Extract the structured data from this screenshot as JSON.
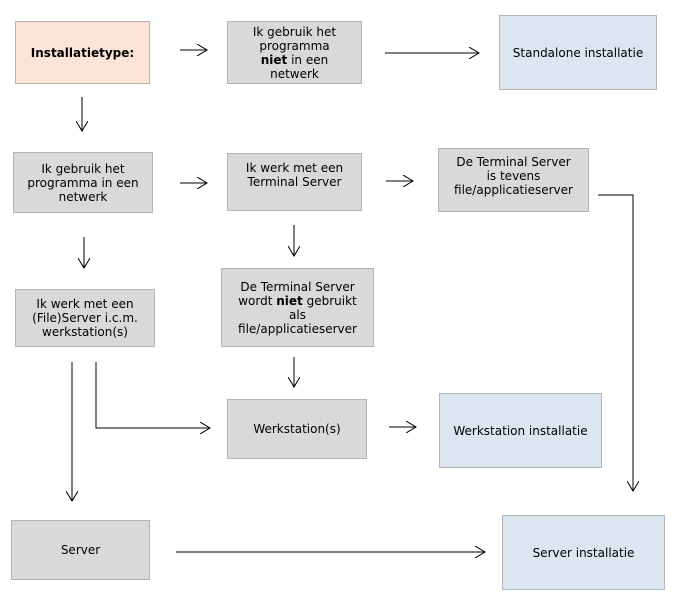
{
  "boxes": {
    "installatietype": "Installatietype:",
    "niet_netwerk": {
      "pre": "Ik gebruik het programma ",
      "bold": "niet",
      "post": " in een netwerk"
    },
    "standalone": "Standalone installatie",
    "in_netwerk": "Ik gebruik het programma in een netwerk",
    "terminal_server": "Ik werk met een Terminal Server",
    "terminal_tevens": "De Terminal Server is tevens file/applicatieserver",
    "fileserver": "Ik werk met een (File)Server i.c.m. werkstation(s)",
    "terminal_niet": {
      "pre": "De Terminal Server wordt ",
      "bold": "niet",
      "post": " gebruikt als file/applicatieserver"
    },
    "werkstations": "Werkstation(s)",
    "werkstation_installatie": "Werkstation installatie",
    "server": "Server",
    "server_installatie": "Server installatie"
  },
  "colors": {
    "grey": "#d9d9d9",
    "peach": "#fce4d6",
    "blue": "#dce6f1",
    "border": "#b5b5b5",
    "arrow": "#000000"
  }
}
